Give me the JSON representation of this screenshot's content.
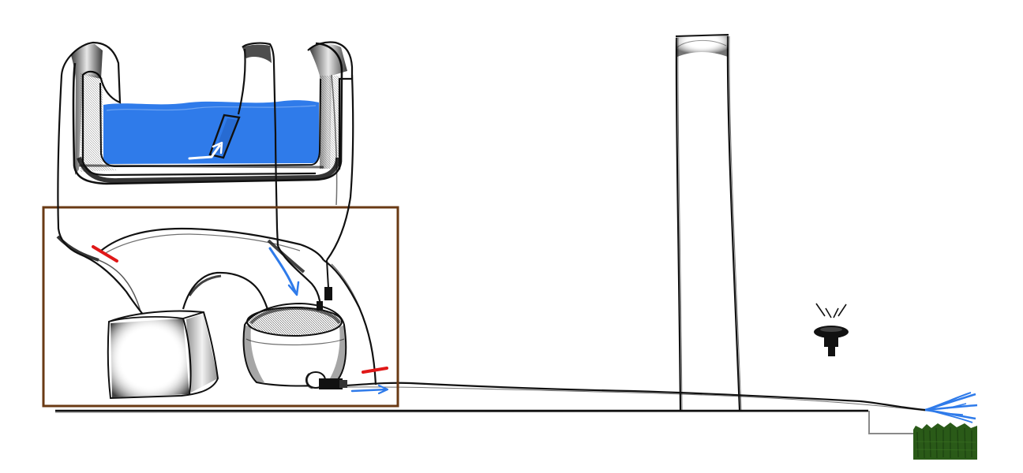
{
  "diagram": {
    "colors": {
      "background": "#ffffff",
      "ink": "#111111",
      "water": "#2f7bea",
      "flow_arrow": "#2f7bea",
      "valve_mark": "#e01818",
      "enclosure": "#6a3a14",
      "grass": "#2a5a18",
      "drain_line": "#8a8a8a"
    },
    "components": [
      {
        "id": "water-tank",
        "kind": "open tank filled with water"
      },
      {
        "id": "siphon-intake",
        "kind": "intake tube inside tank with white flow arrow"
      },
      {
        "id": "enclosure",
        "kind": "brown rectangular housing"
      },
      {
        "id": "filter-block",
        "kind": "cube shaped vessel"
      },
      {
        "id": "collection-bowl",
        "kind": "bowl shaped vessel"
      },
      {
        "id": "outlet-nozzle",
        "kind": "small nozzle at bowl base"
      },
      {
        "id": "valve-marks",
        "kind": "two red crossing marks on hoses"
      },
      {
        "id": "tall-post",
        "kind": "tall vertical column"
      },
      {
        "id": "sprinkler-emitter",
        "kind": "small emitter with spray lines"
      },
      {
        "id": "garden-bed",
        "kind": "green patch with water spray"
      }
    ]
  }
}
